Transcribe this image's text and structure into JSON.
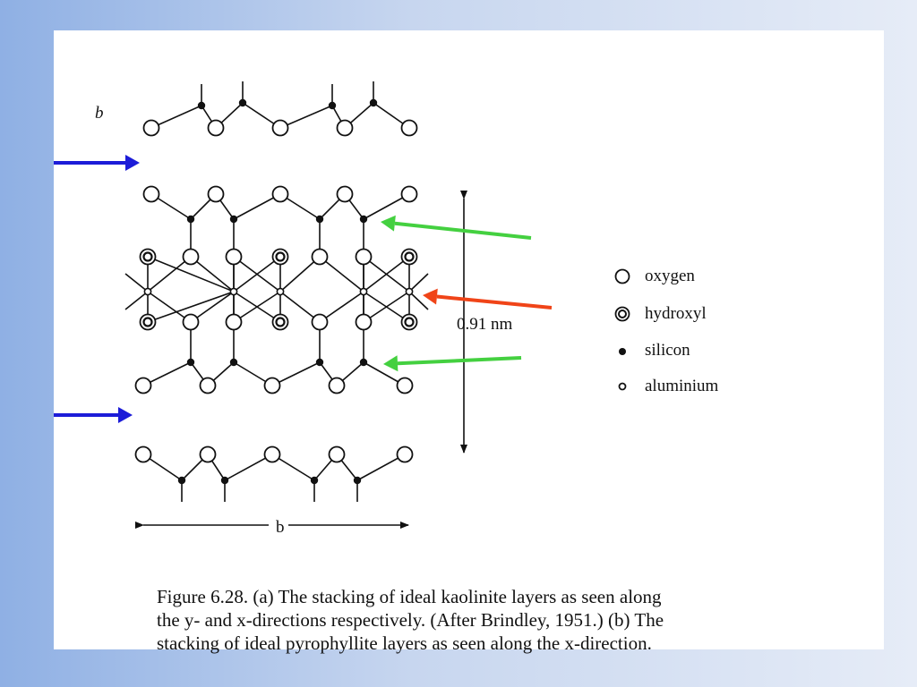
{
  "figure": {
    "panel_label": "b",
    "dimension_label": "0.91 nm",
    "width_label": "b"
  },
  "legend": {
    "items": [
      {
        "symbol": "oxygen",
        "label": "oxygen"
      },
      {
        "symbol": "hydroxyl",
        "label": "hydroxyl"
      },
      {
        "symbol": "silicon",
        "label": "silicon"
      },
      {
        "symbol": "aluminium",
        "label": "aluminium"
      }
    ]
  },
  "caption": {
    "lines": [
      "Figure 6.28.  (a) The stacking of ideal kaolinite layers as seen along",
      "the y- and x-directions respectively. (After Brindley, 1951.) (b) The",
      "stacking of ideal pyrophyllite layers as seen along the x-direction."
    ]
  },
  "colors": {
    "blue_arrow": "#1c1cd8",
    "green_arrow": "#44d040",
    "red_arrow": "#f04418"
  }
}
